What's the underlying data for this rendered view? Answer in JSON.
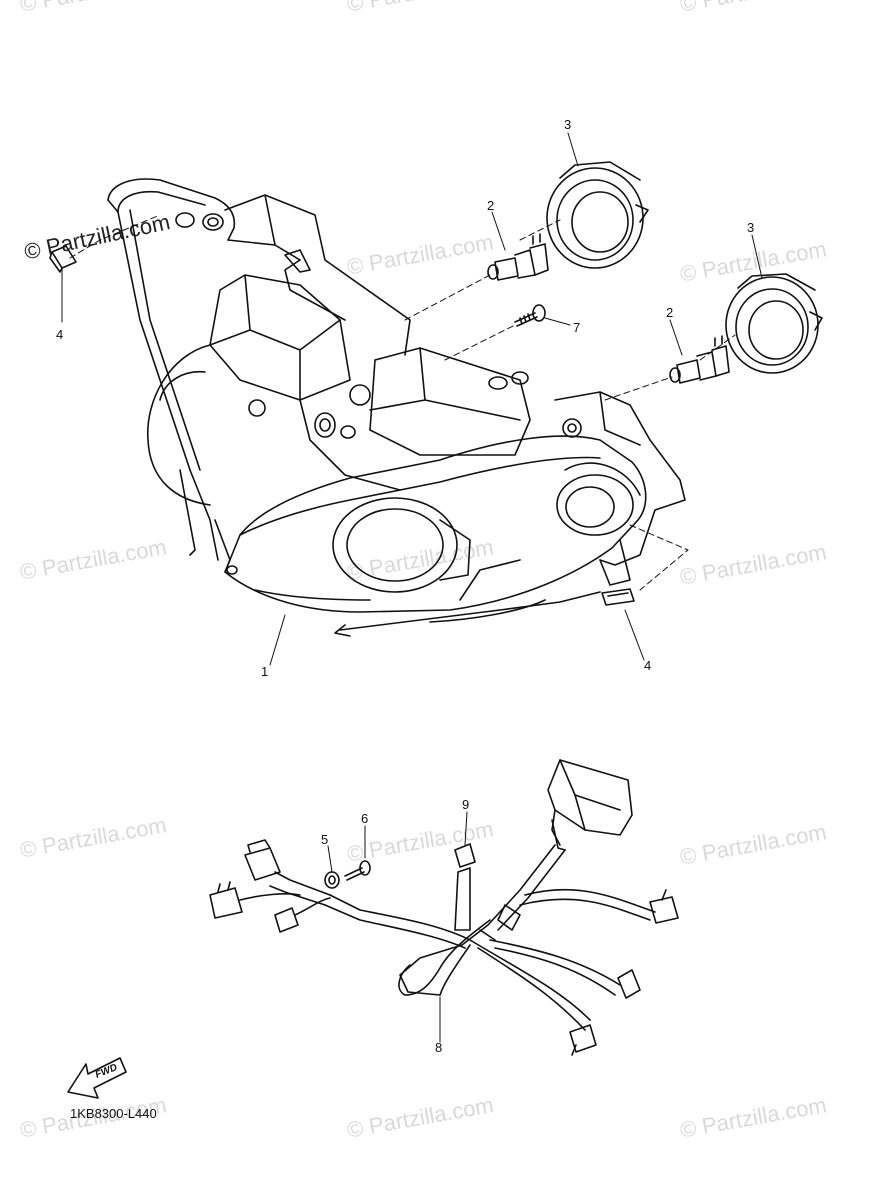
{
  "watermark": "© Partzilla.com",
  "diagram_code": "1KB8300-L440",
  "fwd_label": "FWD",
  "callouts": {
    "c1": "1",
    "c2a": "2",
    "c2b": "2",
    "c3a": "3",
    "c3b": "3",
    "c4a": "4",
    "c4b": "4",
    "c5": "5",
    "c6": "6",
    "c7": "7",
    "c8": "8",
    "c9": "9"
  }
}
